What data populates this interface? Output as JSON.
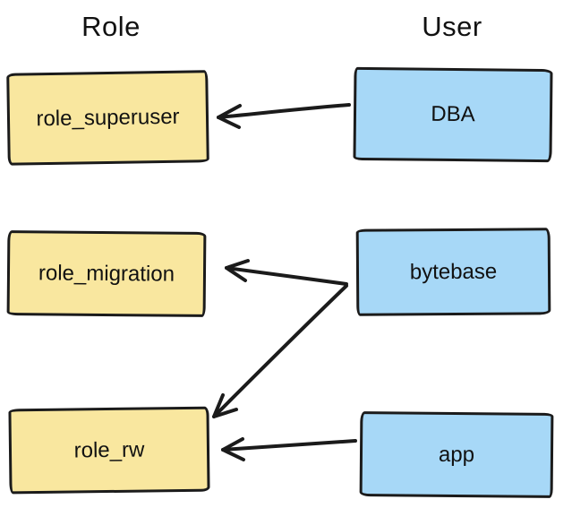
{
  "diagram": {
    "columns": {
      "role_title": "Role",
      "user_title": "User"
    },
    "roles": [
      {
        "label": "role_superuser"
      },
      {
        "label": "role_migration"
      },
      {
        "label": "role_rw"
      }
    ],
    "users": [
      {
        "label": "DBA"
      },
      {
        "label": "bytebase"
      },
      {
        "label": "app"
      }
    ],
    "edges": [
      {
        "from": "DBA",
        "to": "role_superuser"
      },
      {
        "from": "bytebase",
        "to": "role_migration"
      },
      {
        "from": "bytebase",
        "to": "role_rw"
      },
      {
        "from": "app",
        "to": "role_rw"
      }
    ],
    "colors": {
      "role_fill": "#f9e79f",
      "user_fill": "#a7d8f7",
      "stroke": "#1b1b1b"
    }
  }
}
